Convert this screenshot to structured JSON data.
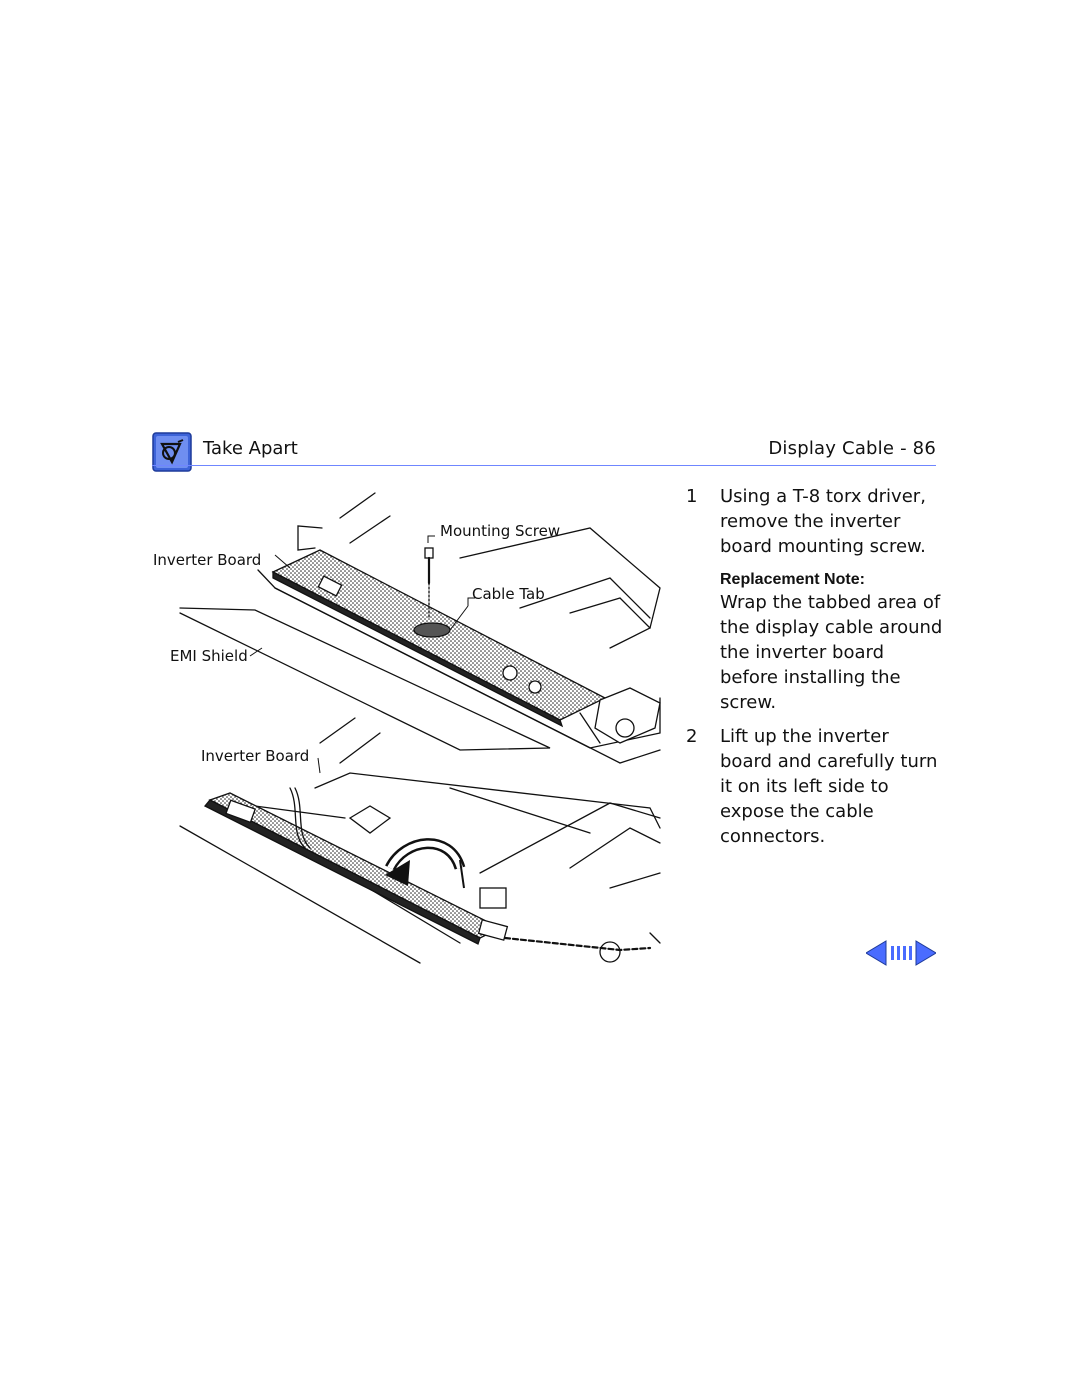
{
  "header": {
    "section": "Take Apart",
    "page_title": "Display Cable - 86",
    "tab_icon": "apple-wrench-icon",
    "accent_color": "#4a6cff"
  },
  "figure": {
    "callouts": {
      "mounting_screw": "Mounting Screw",
      "inverter_board_top": "Inverter Board",
      "cable_tab": "Cable Tab",
      "emi_shield": "EMI Shield",
      "inverter_board_bottom": "Inverter Board"
    }
  },
  "steps": [
    {
      "number": "1",
      "text": "Using a T-8 torx driver, remove the inverter board mounting screw.",
      "note_heading": "Replacement Note:",
      "note_text": "Wrap the tabbed area of the display cable around the inverter board before installing the screw."
    },
    {
      "number": "2",
      "text": "Lift up the inverter board and carefully turn it on its left side to expose the cable connectors."
    }
  ],
  "nav": {
    "prev_icon": "previous-page-arrow-icon",
    "index_icon": "page-index-icon",
    "next_icon": "next-page-arrow-icon"
  }
}
